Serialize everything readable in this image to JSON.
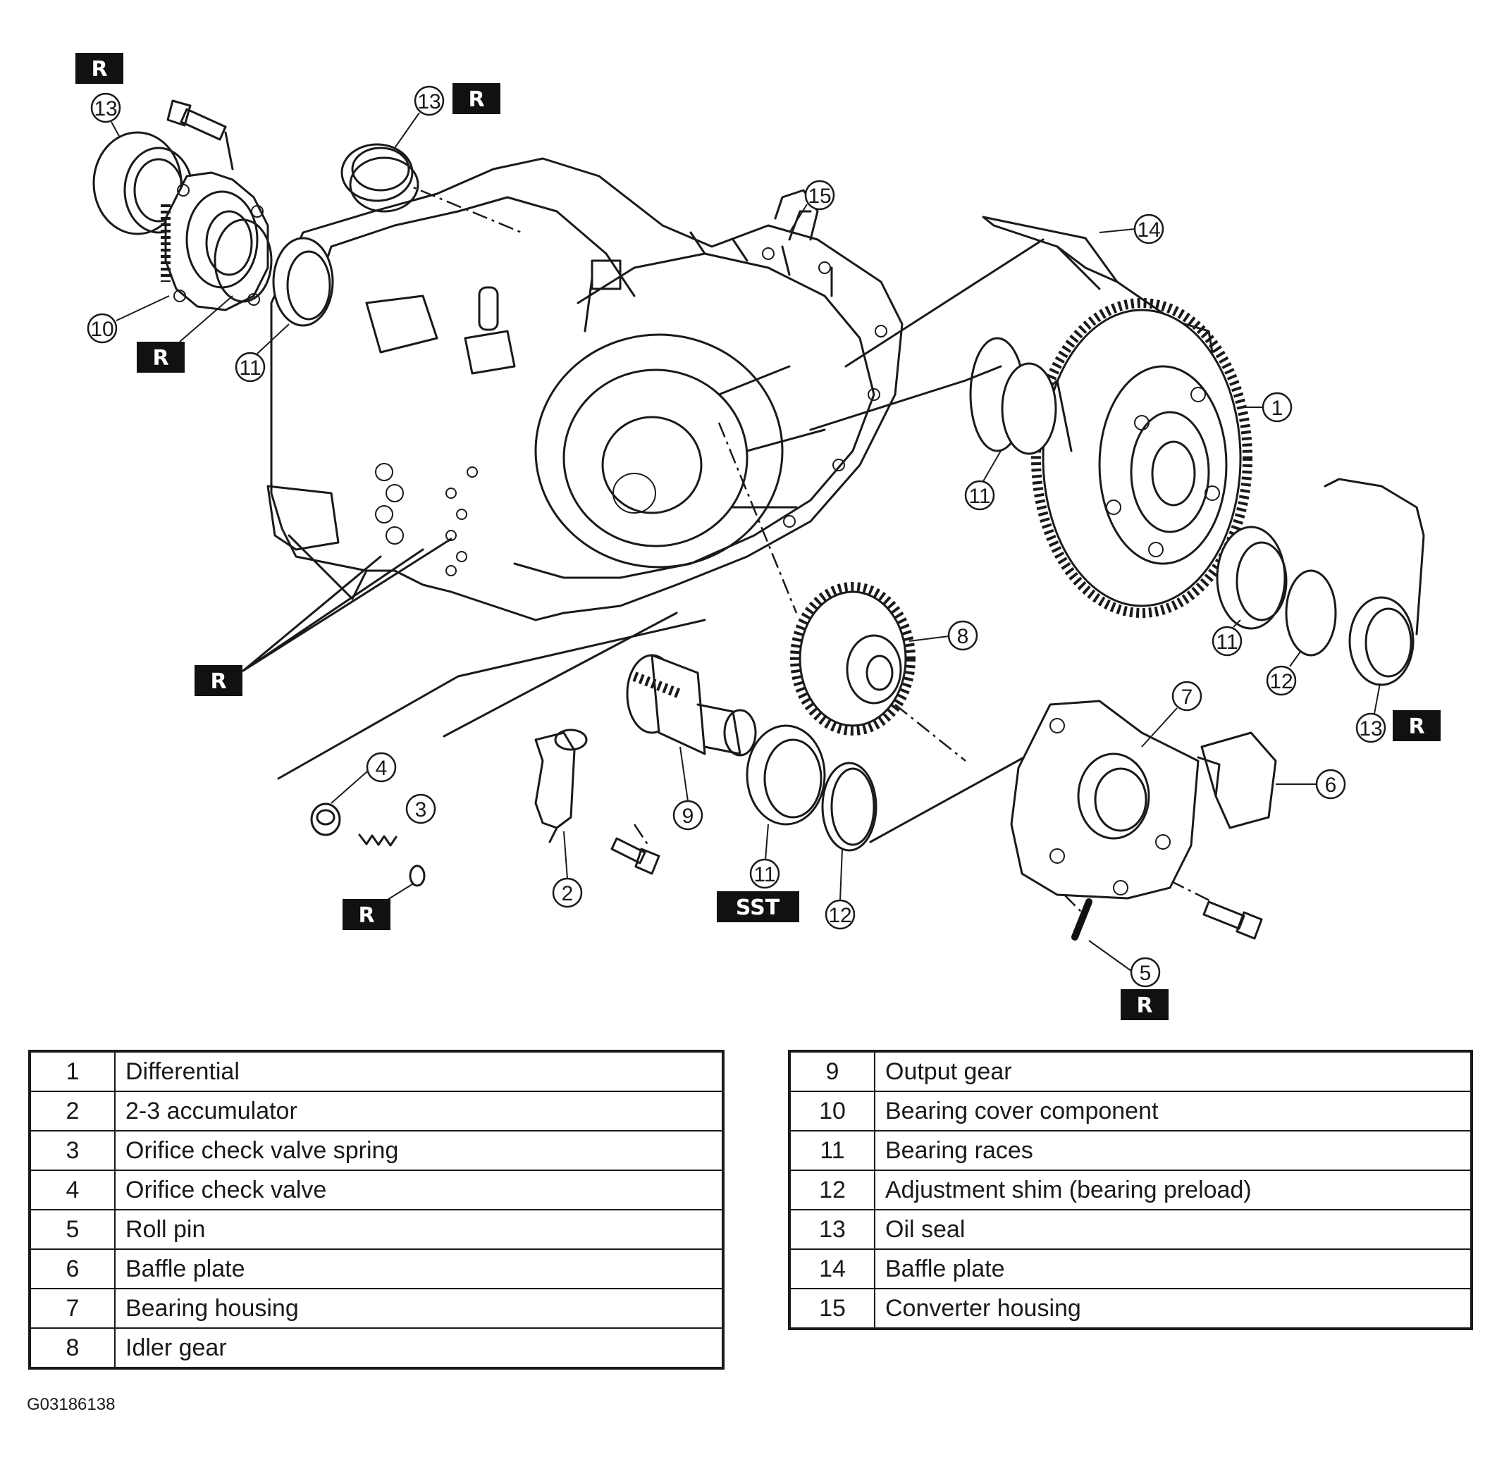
{
  "diagram": {
    "callouts": {
      "c1": "1",
      "c2": "2",
      "c3": "3",
      "c4": "4",
      "c5": "5",
      "c6": "6",
      "c7": "7",
      "c8": "8",
      "c9": "9",
      "c10": "10",
      "c11a": "11",
      "c11b": "11",
      "c11c": "11",
      "c11d": "11",
      "c12a": "12",
      "c12b": "12",
      "c13a": "13",
      "c13b": "13",
      "c13c": "13",
      "c14": "14",
      "c15": "15"
    },
    "markers": {
      "r_label": "R",
      "sst_label": "SST"
    }
  },
  "legend": {
    "left": [
      {
        "num": "1",
        "name": "Differential"
      },
      {
        "num": "2",
        "name": "2-3 accumulator"
      },
      {
        "num": "3",
        "name": "Orifice check valve spring"
      },
      {
        "num": "4",
        "name": "Orifice check valve"
      },
      {
        "num": "5",
        "name": "Roll pin"
      },
      {
        "num": "6",
        "name": "Baffle plate"
      },
      {
        "num": "7",
        "name": "Bearing housing"
      },
      {
        "num": "8",
        "name": "Idler gear"
      }
    ],
    "right": [
      {
        "num": "9",
        "name": "Output gear"
      },
      {
        "num": "10",
        "name": "Bearing cover component"
      },
      {
        "num": "11",
        "name": "Bearing races"
      },
      {
        "num": "12",
        "name": "Adjustment shim (bearing preload)"
      },
      {
        "num": "13",
        "name": "Oil seal"
      },
      {
        "num": "14",
        "name": "Baffle plate"
      },
      {
        "num": "15",
        "name": "Converter housing"
      }
    ]
  },
  "figure_id": "G03186138"
}
